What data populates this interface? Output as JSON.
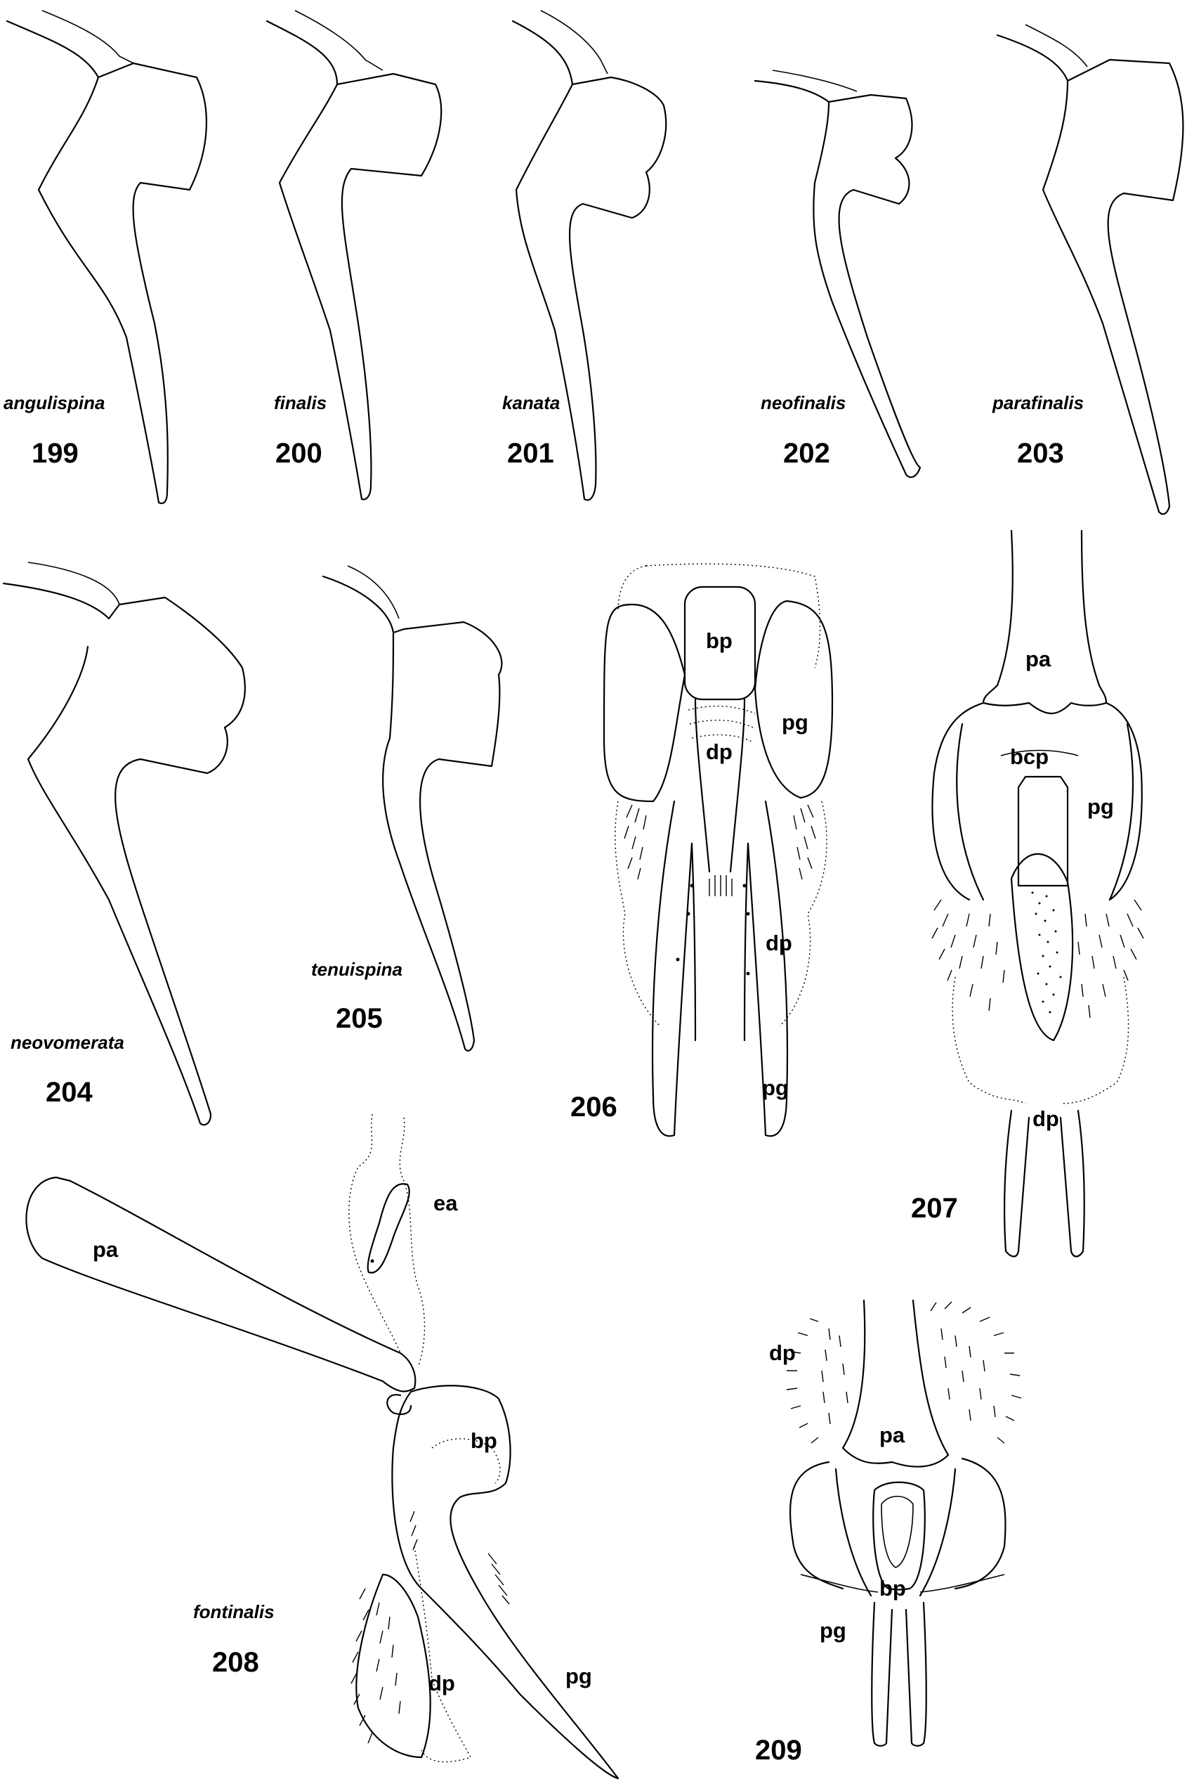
{
  "figures": [
    {
      "number": "199",
      "species": "angulispina"
    },
    {
      "number": "200",
      "species": "finalis"
    },
    {
      "number": "201",
      "species": "kanata"
    },
    {
      "number": "202",
      "species": "neofinalis"
    },
    {
      "number": "203",
      "species": "parafinalis"
    },
    {
      "number": "204",
      "species": "neovomerata"
    },
    {
      "number": "205",
      "species": "tenuispina"
    },
    {
      "number": "206",
      "species": ""
    },
    {
      "number": "207",
      "species": ""
    },
    {
      "number": "208",
      "species": "fontinalis"
    },
    {
      "number": "209",
      "species": ""
    }
  ],
  "labels": {
    "bp": "bp",
    "pg": "pg",
    "dp": "dp",
    "pa": "pa",
    "bcp": "bcp",
    "ea": "ea"
  }
}
